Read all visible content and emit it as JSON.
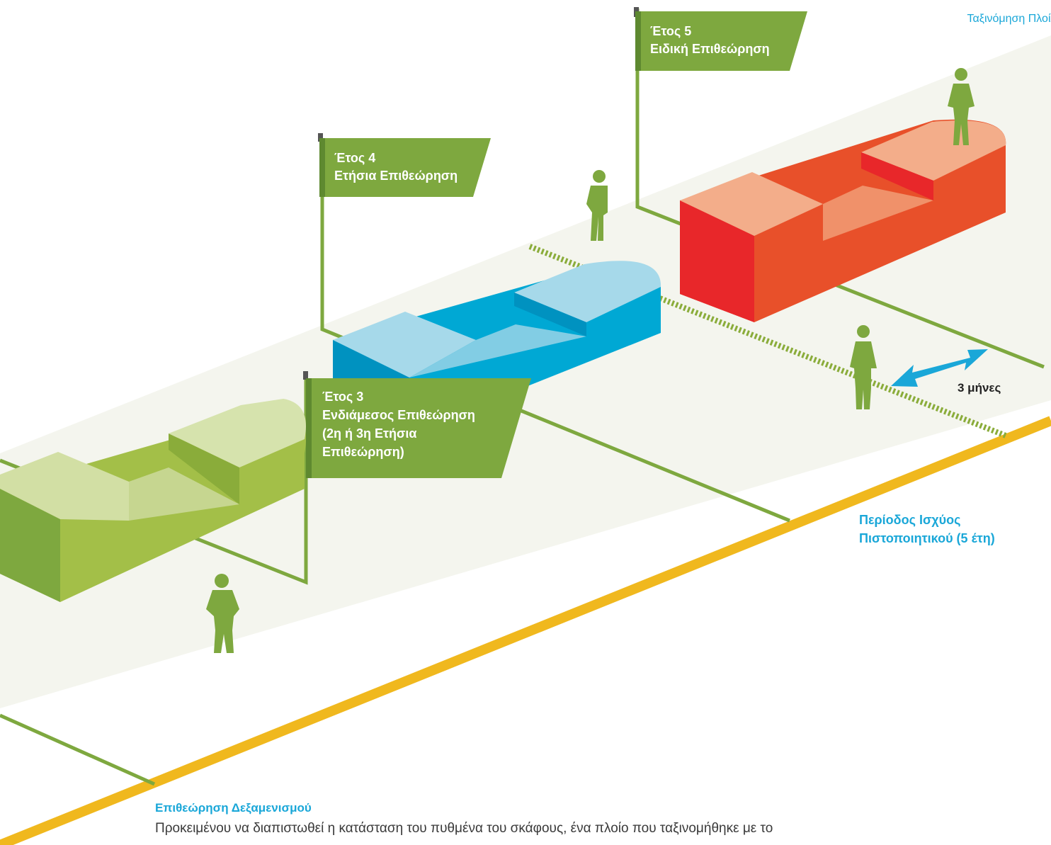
{
  "header": {
    "link": "Ταξινόμηση Πλοίων"
  },
  "flags": [
    {
      "year": "Έτος 5",
      "lines": [
        "Ειδική Επιθεώρηση"
      ]
    },
    {
      "year": "Έτος 4",
      "lines": [
        "Ετήσια Επιθεώρηση"
      ]
    },
    {
      "year": "Έτος 3",
      "lines": [
        "Ενδιάμεσος Επιθεώρηση",
        "(2η ή 3η Ετήσια",
        "Επιθεώρηση)"
      ]
    }
  ],
  "window_label": "3 μήνες",
  "period_label": [
    "Περίοδος Ισχύος",
    "Πιστοποιητικού (5 έτη)"
  ],
  "footer": {
    "title": "Επιθεώρηση Δεξαμενισμού",
    "text": "Προκειμένου να διαπιστωθεί η κατάσταση του πυθμένα του σκάφους, ένα πλοίο που ταξινομήθηκε με το"
  },
  "colors": {
    "green_dark": "#7ea83f",
    "green_ship": "#a3bf48",
    "blue_ship": "#00a8d4",
    "red_ship": "#e8272a",
    "orange_ship": "#e8502a",
    "timeline_yellow": "#f0b81e",
    "accent_blue": "#1aa7d8",
    "band": "#f4f5ee"
  },
  "icons": [
    "inspector-figure-icon",
    "double-arrow-icon",
    "flag-icon"
  ]
}
